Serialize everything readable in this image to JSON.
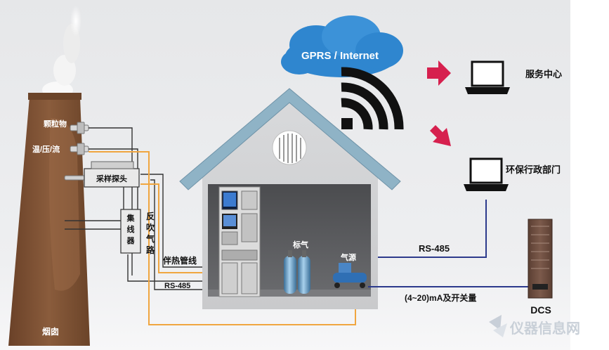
{
  "cloud": {
    "label": "GPRS / Internet"
  },
  "destinations": {
    "service_center": "服务中心",
    "environment_dept": "环保行政部门",
    "dcs": "DCS"
  },
  "links": {
    "rs485_right": "RS-485",
    "analog_switch": "(4~20)mA及开关量",
    "rs485_left": "RS-485",
    "heat_trace_line": "伴热管线",
    "backflush_gas_path": [
      "反",
      "吹",
      "气",
      "路"
    ]
  },
  "stack": {
    "particulate": "颗粒物",
    "temp_pressure_flow": "温/压/流",
    "sampling_probe": "采样探头",
    "concentrator": [
      "集",
      "线",
      "器"
    ],
    "chimney": "烟囱"
  },
  "house": {
    "standard_gas": "标气",
    "gas_source": "气源"
  },
  "watermark": {
    "text": "仪器信息网"
  },
  "colors": {
    "background_top": "#e7e8ea",
    "chimney": "#7b5236",
    "roof": "#8fb3c6",
    "cloud": "#2f86cf",
    "arrow": "#d6204e",
    "heat_line": "#f0a640",
    "signal_line": "#2c3a8c",
    "dark_line": "#333333"
  }
}
